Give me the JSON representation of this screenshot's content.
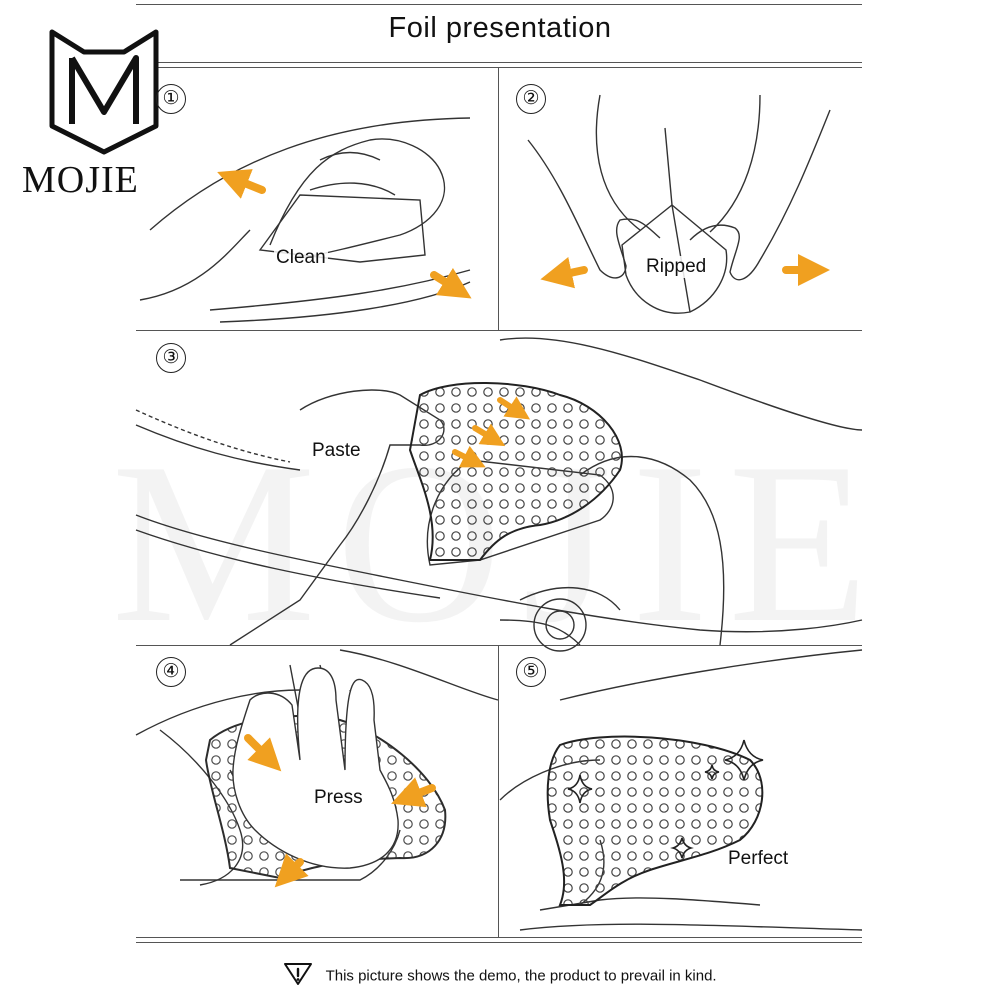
{
  "header": {
    "title": "Foil presentation"
  },
  "logo": {
    "text": "MOJIE",
    "icon": "shield-m-logo"
  },
  "watermark": {
    "text": "MOJIE"
  },
  "steps": [
    {
      "number": "①",
      "caption": "Clean"
    },
    {
      "number": "②",
      "caption": "Ripped"
    },
    {
      "number": "③",
      "caption": "Paste"
    },
    {
      "number": "④",
      "caption": "Press"
    },
    {
      "number": "⑤",
      "caption": "Perfect"
    }
  ],
  "footer": {
    "note": "This picture shows the demo, the product to prevail in kind.",
    "icon": "warning-triangle-icon"
  },
  "colors": {
    "arrow": "#f0a020",
    "line": "#333333",
    "frame": "#555555"
  }
}
